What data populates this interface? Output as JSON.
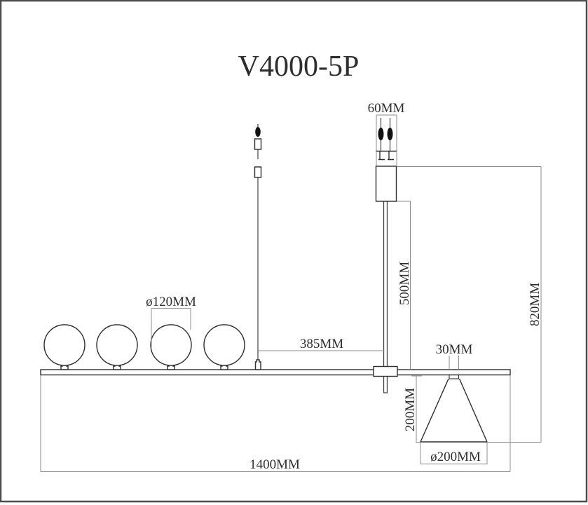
{
  "title": "V4000-5P",
  "colors": {
    "line": "#2e2e2e",
    "dim": "#8c8c8c",
    "frame": "#4d4d4d",
    "bg": "#ffffff",
    "screw": "#111111"
  },
  "dims": {
    "canopy_width": "60MM",
    "rod_length": "500MM",
    "overall_drop": "820MM",
    "globe_diameter": "ø120MM",
    "cable_to_rod_offset": "385MM",
    "shade_neck_width": "30MM",
    "shade_height": "200MM",
    "shade_diameter": "ø200MM",
    "fixture_length": "1400MM"
  }
}
